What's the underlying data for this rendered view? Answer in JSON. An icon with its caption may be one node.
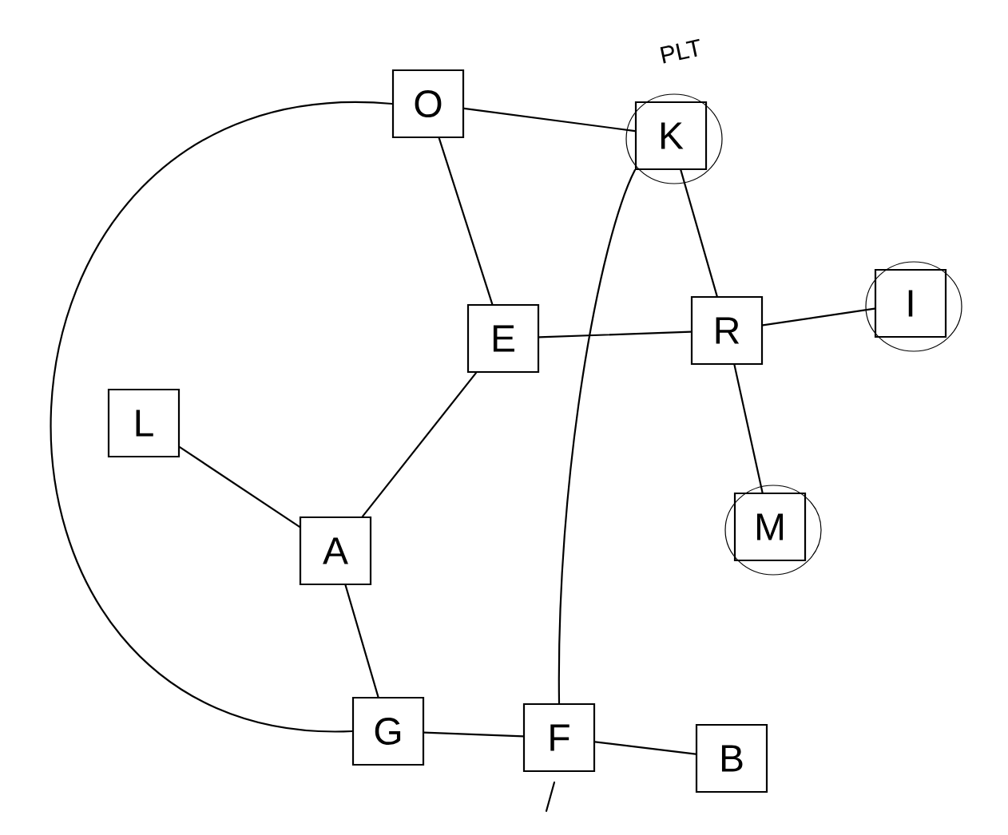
{
  "diagram": {
    "nodes": [
      {
        "text": [
          "O"
        ]
      },
      {
        "text": [
          "K"
        ],
        "beside": [
          "PLT"
        ]
      },
      {
        "text": [
          "E"
        ]
      },
      {
        "text": [
          "R"
        ]
      },
      {
        "text": [
          "I"
        ]
      },
      {
        "text": [
          "L"
        ]
      },
      {
        "text": [
          "A"
        ]
      },
      {
        "text": [
          "M"
        ]
      },
      {
        "text": [
          "G"
        ]
      },
      {
        "text": [
          "F"
        ]
      },
      {
        "text": [
          "B"
        ]
      }
    ],
    "edges": [
      {
        "from": 0,
        "to": 1,
        "arrow": "none"
      },
      {
        "from": 0,
        "to": 2,
        "arrow": "none"
      },
      {
        "from": 1,
        "to": 3,
        "arrow": "none"
      },
      {
        "from": 1,
        "to": 9,
        "arrow": "none"
      },
      {
        "from": 2,
        "to": 3,
        "arrow": "none"
      },
      {
        "from": 3,
        "to": 4,
        "arrow": "none"
      },
      {
        "from": 5,
        "to": 6,
        "arrow": "none"
      },
      {
        "from": 2,
        "to": 6,
        "arrow": "none"
      },
      {
        "from": 3,
        "to": 7,
        "arrow": "none"
      },
      {
        "from": 0,
        "to": 8,
        "arrow": "none"
      },
      {
        "from": 6,
        "to": 8,
        "arrow": "none"
      },
      {
        "from": 8,
        "to": 9,
        "arrow": "none"
      },
      {
        "from": 9,
        "to": 10,
        "arrow": "none"
      }
    ]
  }
}
